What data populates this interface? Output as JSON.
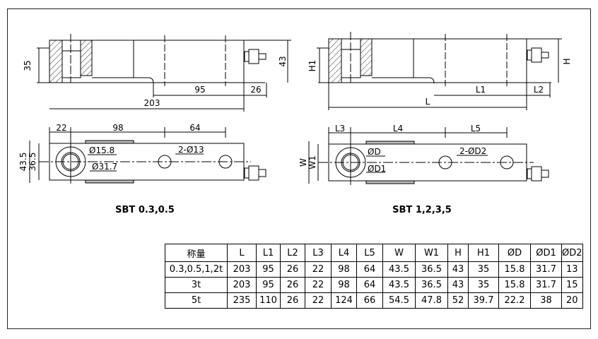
{
  "left": {
    "dims": {
      "h35": "35",
      "h43": "43",
      "l95": "95",
      "l26": "26",
      "l203": "203",
      "l22": "22",
      "l98": "98",
      "l64": "64",
      "w435": "43.5",
      "w365": "36.5",
      "d158": "Ø15.8",
      "d317": "Ø31.7",
      "d13": "2-Ø13"
    },
    "caption": "SBT 0.3,0.5"
  },
  "right": {
    "dims": {
      "h1": "H1",
      "h": "H",
      "l1": "L1",
      "l2": "L2",
      "l": "L",
      "l3": "L3",
      "l4": "L4",
      "l5": "L5",
      "w": "W",
      "w1": "W1",
      "d": "ØD",
      "d1": "ØD1",
      "d2": "2-ØD2"
    },
    "caption": "SBT 1,2,3,5"
  },
  "table": {
    "headers": [
      "称量",
      "L",
      "L1",
      "L2",
      "L3",
      "L4",
      "L5",
      "W",
      "W1",
      "H",
      "H1",
      "ØD",
      "ØD1",
      "ØD2"
    ],
    "rows": [
      [
        "0.3,0.5,1,2t",
        "203",
        "95",
        "26",
        "22",
        "98",
        "64",
        "43.5",
        "36.5",
        "43",
        "35",
        "15.8",
        "31.7",
        "13"
      ],
      [
        "3t",
        "203",
        "95",
        "26",
        "22",
        "98",
        "64",
        "43.5",
        "36.5",
        "43",
        "35",
        "15.8",
        "31.7",
        "15"
      ],
      [
        "5t",
        "235",
        "110",
        "26",
        "22",
        "124",
        "66",
        "54.5",
        "47.8",
        "52",
        "39.7",
        "22.2",
        "38",
        "20"
      ]
    ]
  }
}
